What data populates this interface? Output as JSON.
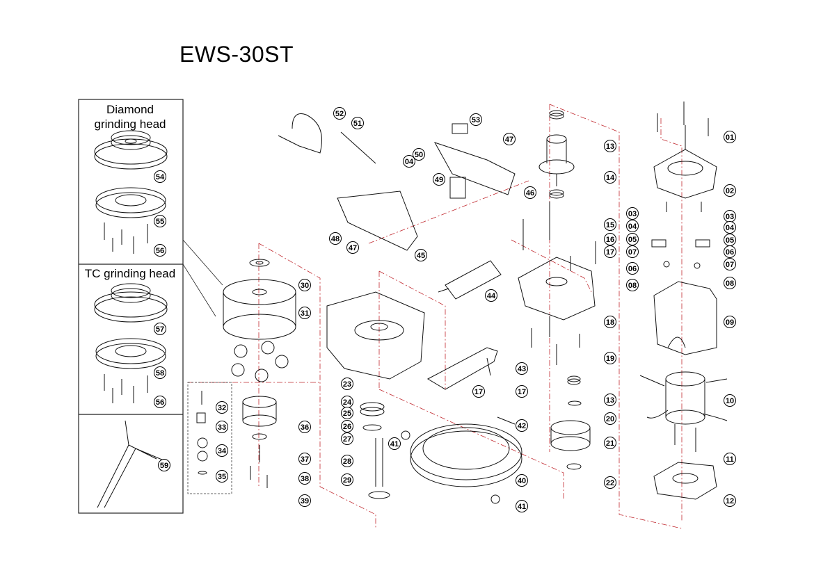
{
  "title": "EWS-30ST",
  "panels": {
    "diamond_head_label": "Diamond\ngrinding head",
    "tc_head_label": "TC grinding head"
  },
  "callouts": [
    "01",
    "02",
    "03",
    "03",
    "04",
    "04",
    "04",
    "05",
    "05",
    "06",
    "06",
    "07",
    "07",
    "08",
    "08",
    "09",
    "10",
    "11",
    "12",
    "13",
    "13",
    "14",
    "15",
    "16",
    "17",
    "17",
    "17",
    "18",
    "19",
    "20",
    "21",
    "22",
    "23",
    "24",
    "25",
    "26",
    "27",
    "28",
    "29",
    "30",
    "31",
    "32",
    "33",
    "34",
    "35",
    "36",
    "37",
    "38",
    "39",
    "40",
    "41",
    "41",
    "42",
    "43",
    "44",
    "45",
    "46",
    "47",
    "47",
    "48",
    "49",
    "50",
    "51",
    "52",
    "53",
    "54",
    "55",
    "56",
    "57",
    "58",
    "56",
    "59"
  ]
}
